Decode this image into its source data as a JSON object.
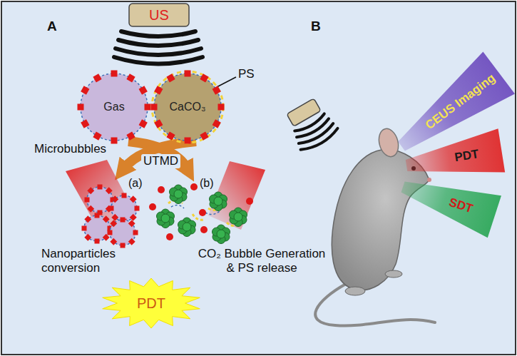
{
  "diagram": {
    "nodes": [
      {
        "text": [
          "US"
        ]
      },
      {
        "text": [
          "Gas"
        ]
      },
      {
        "text": [
          "CaCO₃"
        ]
      },
      {
        "text": [
          "PDT"
        ]
      },
      {
        "text": [
          "CEUS Imaging"
        ]
      },
      {
        "text": [
          "PDT"
        ]
      },
      {
        "text": [
          "SDT"
        ]
      }
    ],
    "labels": [
      "A",
      "B",
      "PS",
      "Microbubbles",
      "UTMD",
      "(a)",
      "(b)",
      "Nanoparticles conversion",
      "CO₂ Bubble Generation & PS release"
    ]
  }
}
